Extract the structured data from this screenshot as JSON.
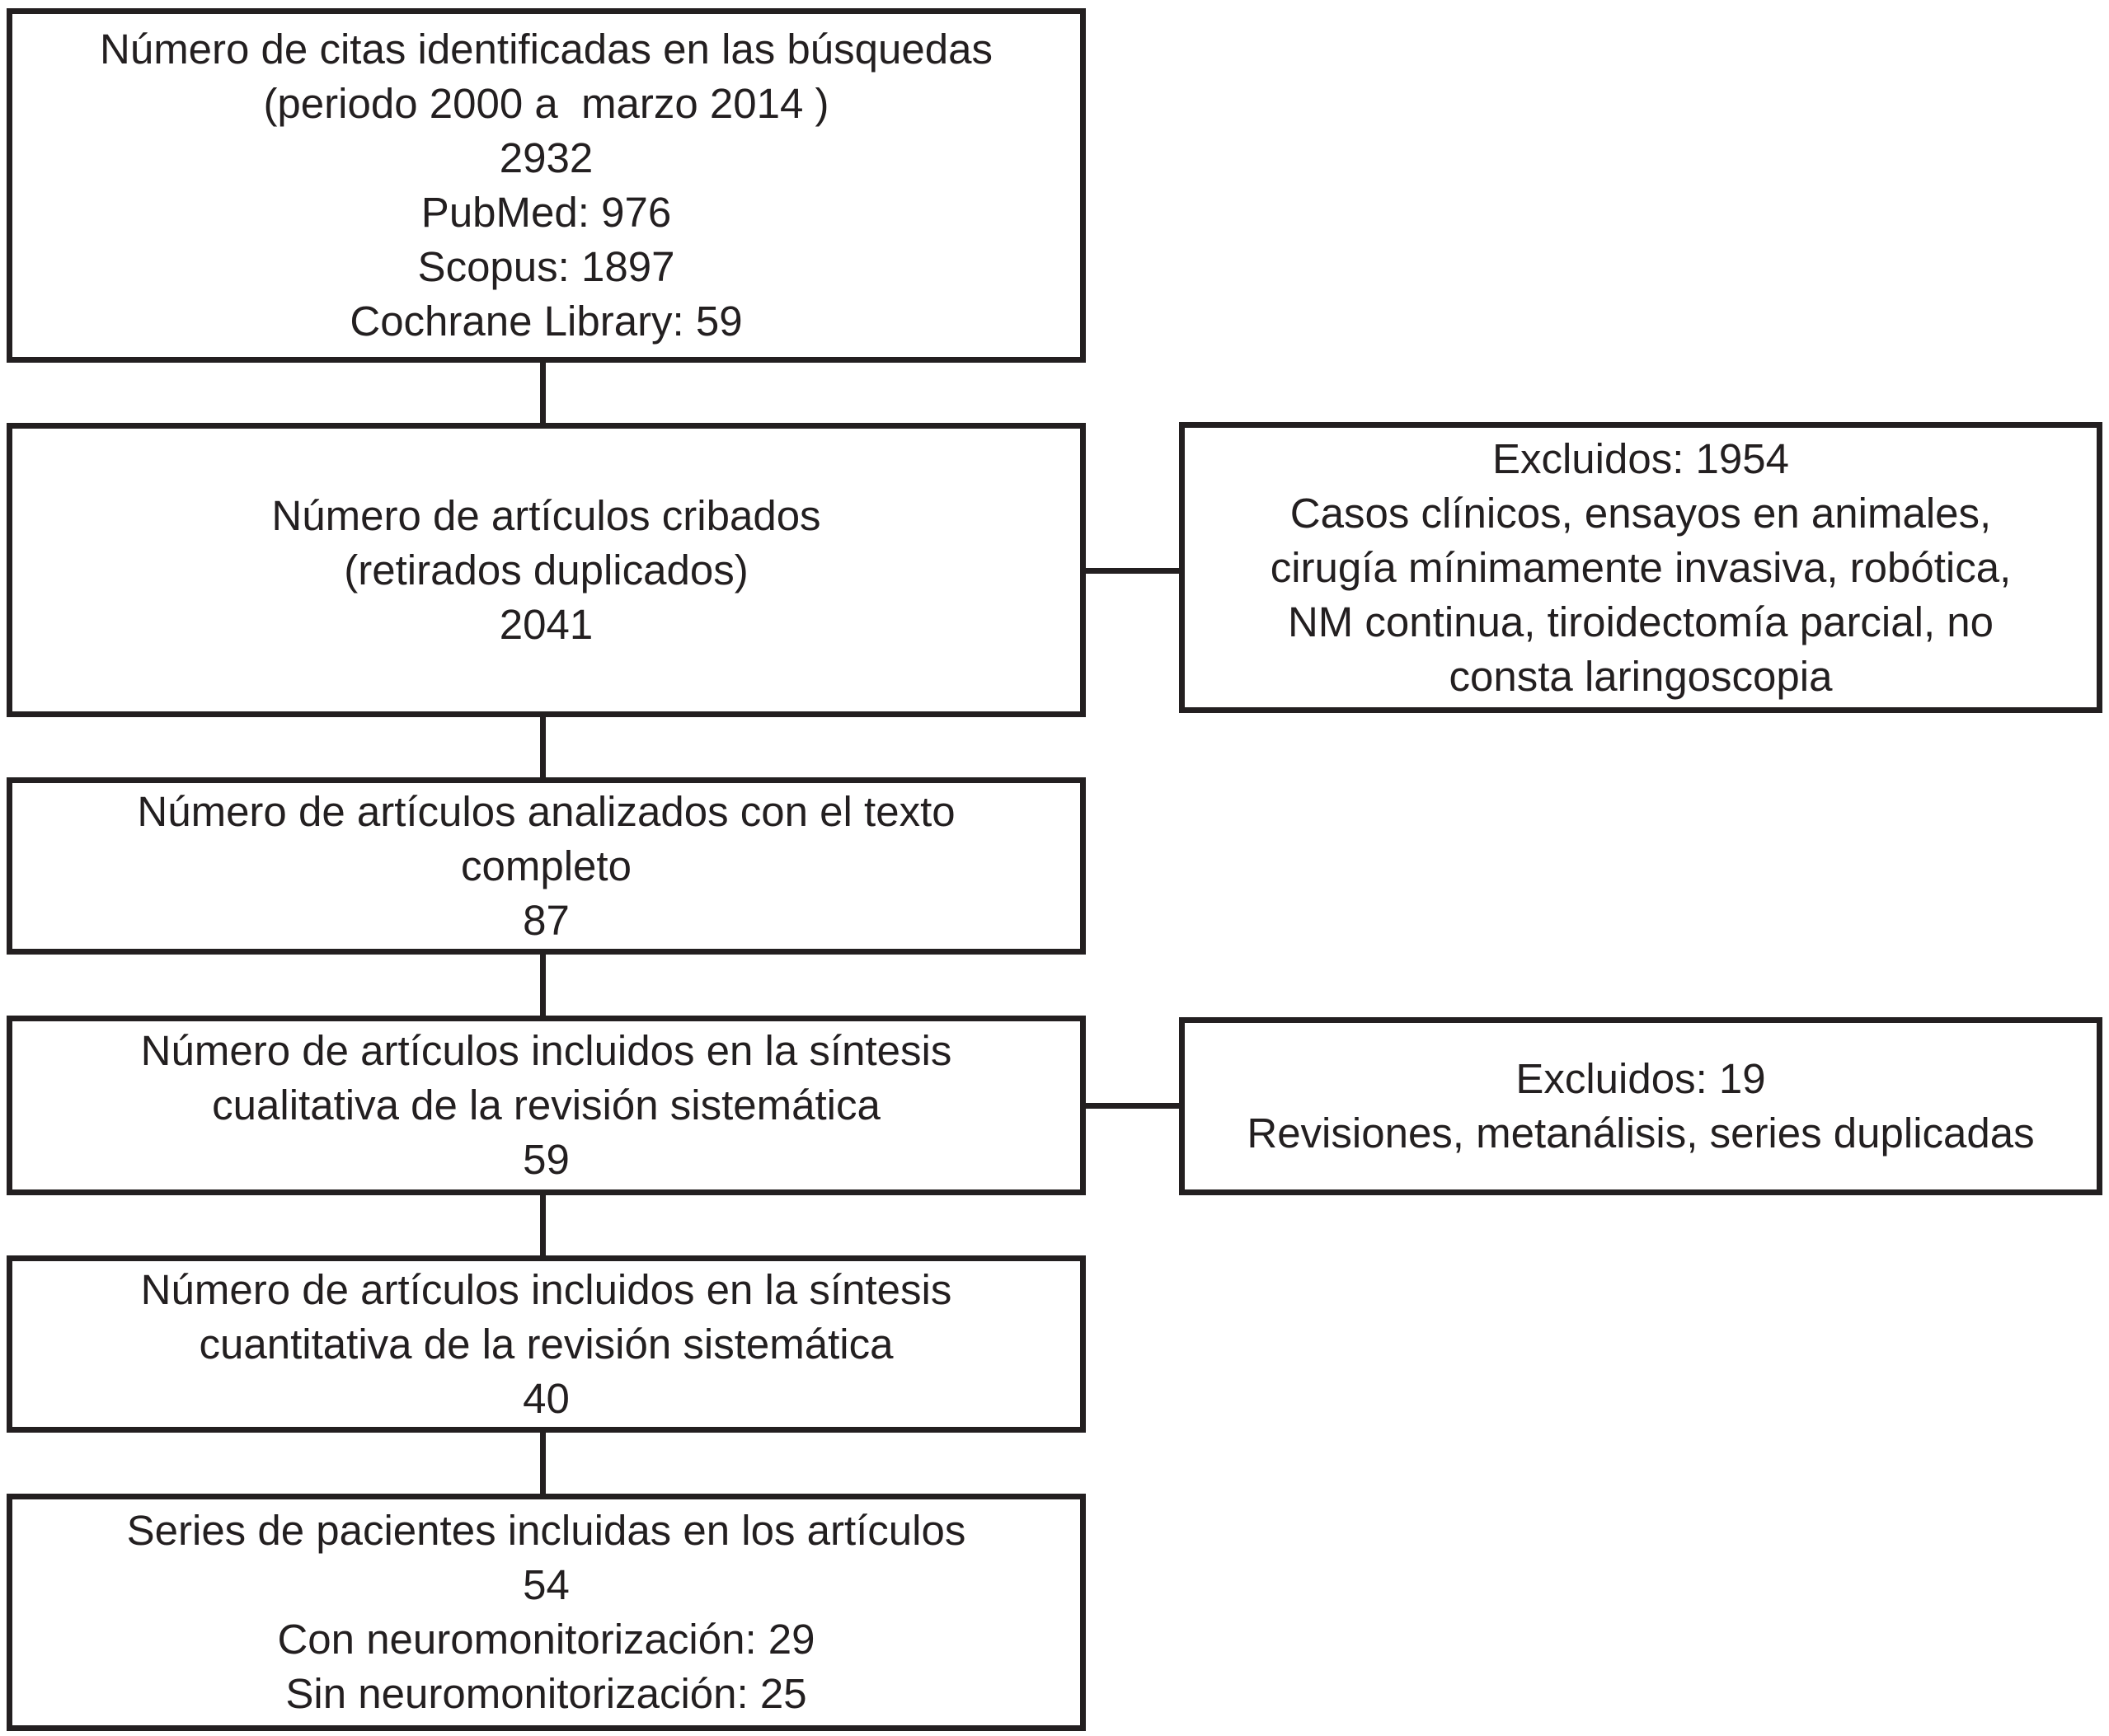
{
  "colors": {
    "line": "#231f20",
    "background": "#ffffff",
    "text": "#231f20"
  },
  "boxes": {
    "identified": {
      "lines": [
        "Número de citas identificadas en las búsquedas",
        "(periodo 2000 a  marzo 2014 )",
        "2932",
        "PubMed: 976",
        "Scopus: 1897",
        "Cochrane Library: 59"
      ]
    },
    "screened": {
      "lines": [
        "Número de artículos cribados",
        "(retirados duplicados)",
        "2041"
      ]
    },
    "excluded1": {
      "lines": [
        "Excluidos: 1954",
        "Casos clínicos, ensayos en animales,",
        "cirugía mínimamente invasiva, robótica,",
        "NM continua, tiroidectomía parcial, no",
        "consta laringoscopia"
      ]
    },
    "fulltext": {
      "lines": [
        "Número de artículos analizados con el texto",
        "completo",
        "87"
      ]
    },
    "qualitative": {
      "lines": [
        "Número de artículos incluidos en la síntesis",
        "cualitativa de la revisión sistemática",
        "59"
      ]
    },
    "excluded2": {
      "lines": [
        "Excluidos: 19",
        "Revisiones, metanálisis, series duplicadas"
      ]
    },
    "quantitative": {
      "lines": [
        "Número de artículos incluidos en la síntesis",
        "cuantitativa de la revisión sistemática",
        "40"
      ]
    },
    "series": {
      "lines": [
        "Series de pacientes incluidas en los artículos",
        "54",
        "Con neuromonitorización: 29",
        "Sin neuromonitorización: 25"
      ]
    }
  }
}
